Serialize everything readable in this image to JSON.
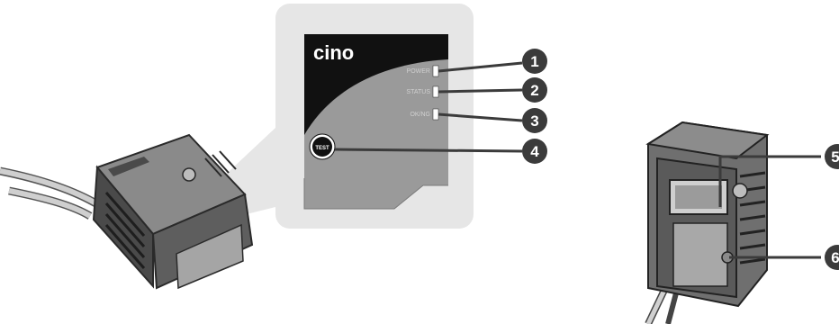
{
  "panel": {
    "brand": "cino",
    "leds": [
      "POWER",
      "STATUS",
      "OK/NG"
    ],
    "test_button": "TEST"
  },
  "callouts": [
    "1",
    "2",
    "3",
    "4",
    "5",
    "6"
  ],
  "colors": {
    "panel_bg": "#e6e6e6",
    "plate_dark": "#111111",
    "plate_gray": "#9a9a9a",
    "callout_bg": "#3b3b3b",
    "device_body": "#6f6f6f",
    "device_light": "#a5a5a5"
  }
}
